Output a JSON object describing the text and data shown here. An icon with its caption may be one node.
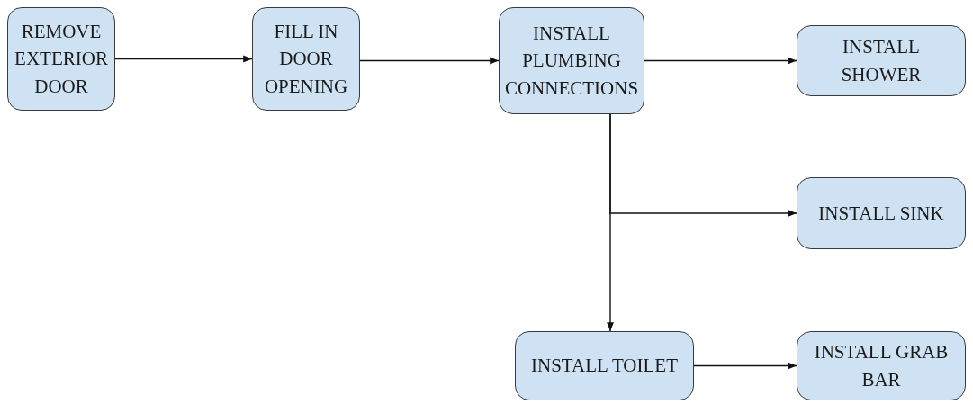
{
  "diagram": {
    "nodes": [
      {
        "text": [
          "REMOVE EXTERIOR DOOR"
        ]
      },
      {
        "text": [
          "FILL IN DOOR OPENING"
        ]
      },
      {
        "text": [
          "INSTALL PLUMBING CONNECTIONS"
        ]
      },
      {
        "text": [
          "INSTALL SHOWER"
        ]
      },
      {
        "text": [
          "INSTALL SINK"
        ]
      },
      {
        "text": [
          "INSTALL TOILET"
        ]
      },
      {
        "text": [
          "INSTALL GRAB BAR"
        ]
      }
    ],
    "edges": [
      {
        "from": 0,
        "to": 1,
        "arrow": "to"
      },
      {
        "from": 1,
        "to": 2,
        "arrow": "to"
      },
      {
        "from": 2,
        "to": 3,
        "arrow": "to"
      },
      {
        "from": 2,
        "to": 4,
        "arrow": "to"
      },
      {
        "from": 2,
        "to": 5,
        "arrow": "to"
      },
      {
        "from": 5,
        "to": 6,
        "arrow": "to"
      }
    ]
  }
}
